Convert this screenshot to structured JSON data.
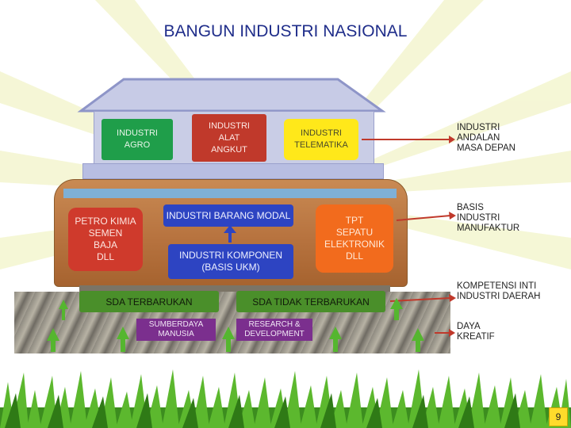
{
  "title": "BANGUN INDUSTRI NASIONAL",
  "house": {
    "agro": "INDUSTRI\nAGRO",
    "alat_angkut": "INDUSTRI\nALAT\nANGKUT",
    "telematika": "INDUSTRI\nTELEMATIKA",
    "petro": "PETRO KIMIA\nSEMEN\nBAJA\nDLL",
    "barang_modal": "INDUSTRI BARANG MODAL",
    "komponen": "INDUSTRI KOMPONEN\n(BASIS UKM)",
    "tpt": "TPT\nSEPATU\nELEKTRONIK\nDLL",
    "sda_terbarukan": "SDA TERBARUKAN",
    "sda_tidak_terbarukan": "SDA TIDAK TERBARUKAN",
    "sdm": "SUMBERDAYA\nMANUSIA",
    "rnd": "RESEARCH &\nDEVELOPMENT"
  },
  "labels": {
    "andalan": "INDUSTRI\nANDALAN\nMASA DEPAN",
    "manufaktur": "BASIS\nINDUSTRI\nMANUFAKTUR",
    "kompetensi": "KOMPETENSI INTI\nINDUSTRI DAERAH",
    "kreatif": "DAYA\nKREATIF"
  },
  "page_number": "9",
  "colors": {
    "title": "#1f2d8a",
    "agro": "#1f9e4a",
    "alat_angkut": "#c0392b",
    "telematika": "#ffe81a",
    "modal": "#2d44c2",
    "tpt": "#f26b1d",
    "sda": "#4a8f2a",
    "sdm": "#7b2f8e",
    "connector": "#c0392b",
    "up_arrow": "#55b62f"
  }
}
